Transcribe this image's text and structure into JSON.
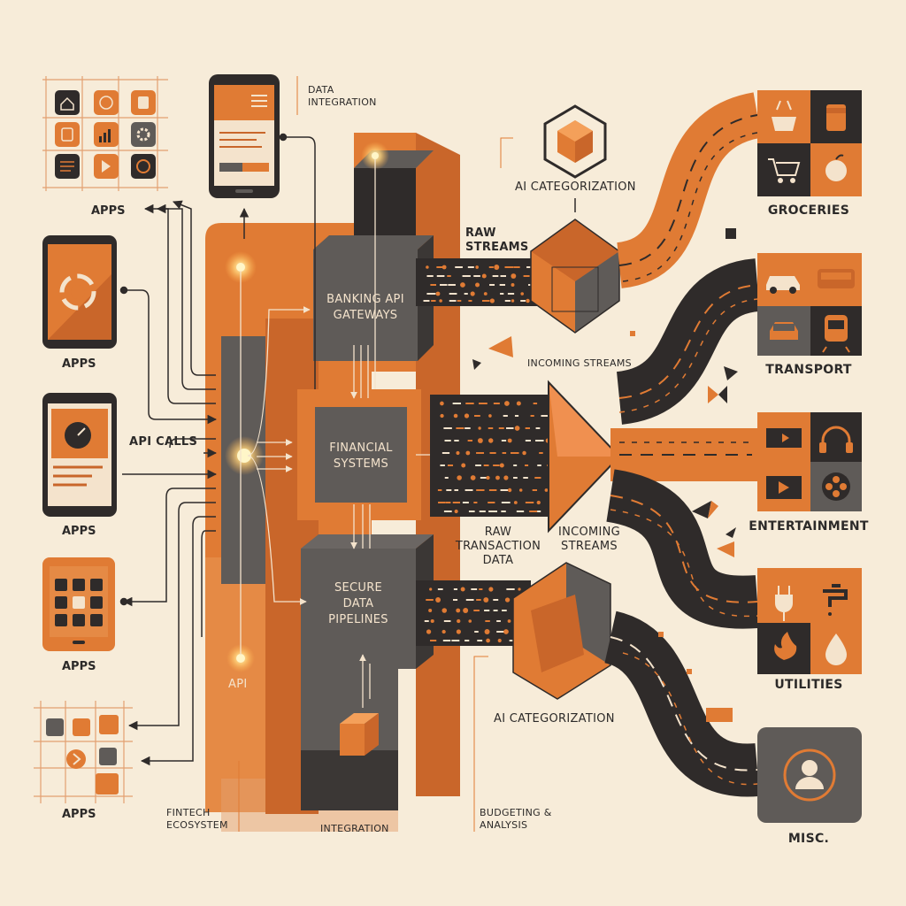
{
  "colors": {
    "background": "#f7ecd9",
    "orange": "#e07b34",
    "dark_orange": "#c9662a",
    "charcoal": "#2f2b2a",
    "gray": "#5f5b58",
    "cream": "#f4e3cc"
  },
  "labels": {
    "data_integration": "DATA\nINTEGRATION",
    "apps": [
      "APPS",
      "APPS",
      "APPS",
      "APPS",
      "APPS"
    ],
    "api_calls": "API CALLS",
    "banking_api_gateways": "BANKING API\nGATEWAYS",
    "financial_systems": "FINANCIAL\nSYSTEMS",
    "secure_data_pipelines": "SECURE\nDATA\nPIPELINES",
    "api": "API",
    "fintech_ecosystem": "FINTECH\nECOSYSTEM",
    "integration": "INTEGRATION",
    "budgeting_analysis": "BUDGETING &\nANALYSIS",
    "ai_categorization_top": "AI CATEGORIZATION",
    "ai_categorization_bottom": "AI CATEGORIZATION",
    "raw_streams": "RAW\nSTREAMS",
    "incoming_streams_top": "INCOMING STREAMS",
    "raw_transaction_data": "RAW\nTRANSACTION\nDATA",
    "incoming_streams_mid": "INCOMING\nSTREAMS"
  },
  "categories": [
    {
      "label": "GROCERIES",
      "icons": [
        "basket-icon",
        "jar-icon",
        "cart-icon",
        "apple-icon"
      ]
    },
    {
      "label": "TRANSPORT",
      "icons": [
        "car-icon",
        "bus-icon",
        "car-front-icon",
        "train-icon"
      ]
    },
    {
      "label": "ENTERTAINMENT",
      "icons": [
        "ticket-icon",
        "headphones-icon",
        "film-icon",
        "reel-icon"
      ]
    },
    {
      "label": "UTILITIES",
      "icons": [
        "plug-icon",
        "faucet-icon",
        "flame-icon",
        "drop-icon"
      ]
    },
    {
      "label": "MISC.",
      "icons": [
        "user-icon"
      ]
    }
  ]
}
